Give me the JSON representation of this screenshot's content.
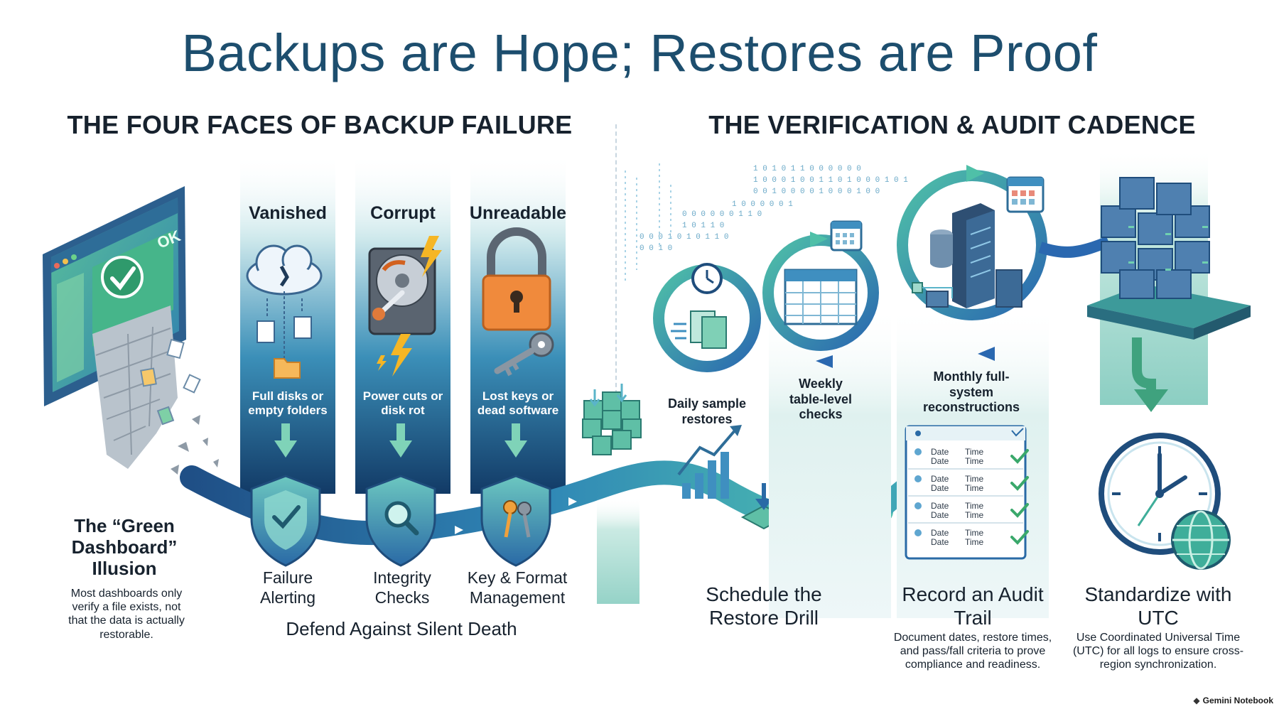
{
  "title": "Backups are Hope; Restores are Proof",
  "left_section": {
    "heading": "THE FOUR FACES OF BACKUP FAILURE",
    "dashboard": {
      "ok_label": "OK",
      "title": "The “Green Dashboard” Illusion",
      "body": "Most dashboards only verify a file exists, not that the data is actually restorable."
    },
    "columns": [
      {
        "heading": "Vanished",
        "description": "Full disks or empty folders",
        "defense": "Failure Alerting"
      },
      {
        "heading": "Corrupt",
        "description": "Power cuts or disk rot",
        "defense": "Integrity Checks"
      },
      {
        "heading": "Unreadable",
        "description": "Lost keys or dead software",
        "defense": "Key & Format Management"
      }
    ],
    "footer": "Defend Against Silent Death"
  },
  "right_section": {
    "heading": "THE VERIFICATION & AUDIT CADENCE",
    "cadence": [
      {
        "label": "Daily sample restores"
      },
      {
        "label": "Weekly table-level checks"
      },
      {
        "label": "Monthly full-system reconstructions"
      }
    ],
    "binary_text": [
      "1 0 1     0 1 1   0 0 0     0 0   0",
      "1 0 0 0 1   0 0 1 1   0 1 0 0 0   1 0 1",
      "0     0   1 0 0 0 0 1     0   0 0 1 0 0",
      "1 0 0 0 0   0 1",
      "0 0 0 0   0 0 1 1 0",
      "1   0 1 1 0",
      "0   0 0 1 0   1   0 1 1 0",
      "0   0 1 0"
    ],
    "audit_rows": [
      {
        "date": "Date",
        "time": "Time"
      },
      {
        "date": "Date",
        "time": "Time"
      },
      {
        "date": "Date",
        "time": "Time"
      },
      {
        "date": "Date",
        "time": "Time"
      },
      {
        "date": "Date",
        "time": "Time"
      },
      {
        "date": "Date",
        "time": "Time"
      },
      {
        "date": "Date",
        "time": "Time"
      },
      {
        "date": "Date",
        "time": "Time"
      }
    ],
    "steps": [
      {
        "title": "Schedule the Restore Drill",
        "body": ""
      },
      {
        "title": "Record an Audit Trail",
        "body": "Document dates, restore times, and pass/fall criteria to prove compliance and readiness."
      },
      {
        "title": "Standardize with UTC",
        "body": "Use Coordinated Universal Time (UTC) for all logs to ensure cross-region synchronization."
      }
    ]
  },
  "brand": "Gemini Notebook",
  "colors": {
    "title": "#1d4e6e",
    "teal": "#3fae9a",
    "blue": "#2f6fb0",
    "navy": "#173a5e",
    "green_check": "#3aa86b",
    "orange": "#f08a3c"
  }
}
